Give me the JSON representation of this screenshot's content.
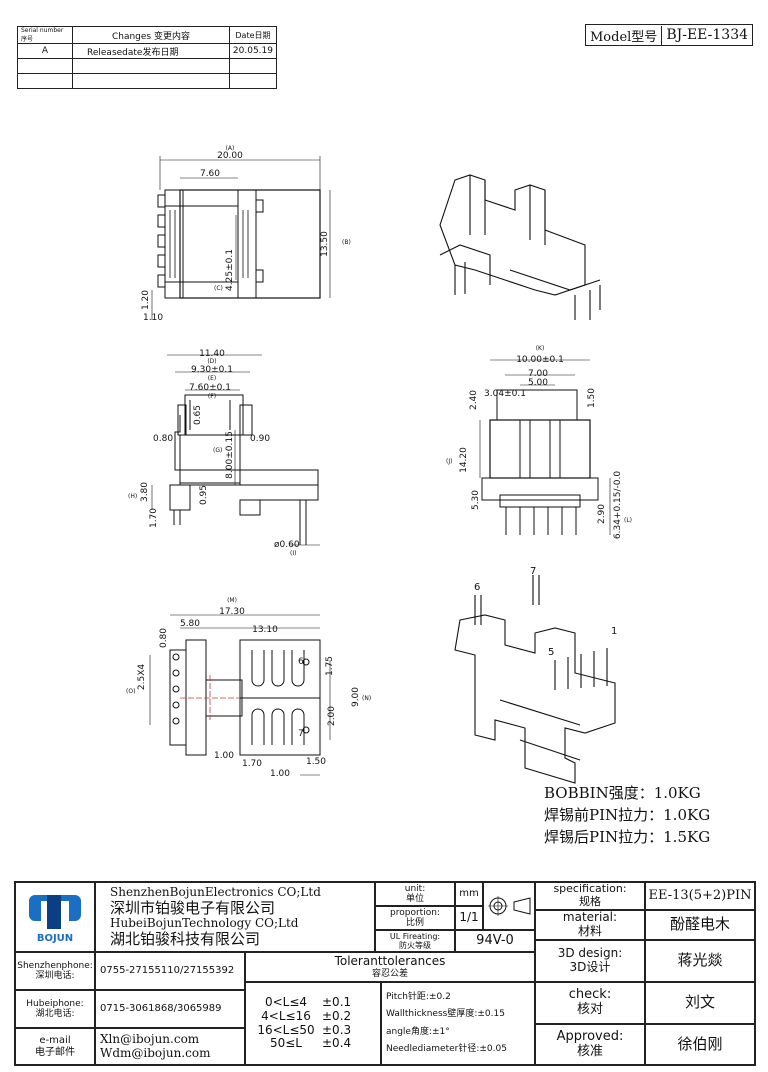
{
  "revision_table": {
    "headers": [
      "Serial number序号",
      "Changes 变更内容",
      "Date日期"
    ],
    "rows": [
      {
        "serial": "A",
        "change": "Releasedate发布日期",
        "date": "20.05.19"
      },
      {
        "serial": "",
        "change": "",
        "date": ""
      },
      {
        "serial": "",
        "change": "",
        "date": ""
      }
    ]
  },
  "model": {
    "label": "Model型号",
    "value": "BJ-EE-1334"
  },
  "dims_top": {
    "a_label": "(A)",
    "a": "20.00",
    "w": "7.60",
    "h": "13.50",
    "b_label": "(B)",
    "c": "4.25±0.1",
    "c_label": "(C)",
    "p": "1.20",
    "p2": "1.10"
  },
  "dims_side": {
    "d_label": "(D)",
    "d": "11.40",
    "e_label": "(E)",
    "e": "9.30±0.1",
    "f_label": "(F)",
    "f": "7.60±0.1",
    "g": "0.65",
    "g_label": "(G)",
    "h1": "0.80",
    "h2": "0.90",
    "i": "8.00±0.15",
    "j": "3.80",
    "j_label": "(H)",
    "k": "0.95",
    "l": "1.70",
    "m": "ø0.60",
    "m_label": "(I)"
  },
  "dims_front": {
    "k_label": "(K)",
    "k": "10.00±0.1",
    "n": "7.00",
    "o": "5.00",
    "p": "3.04±0.1",
    "q": "2.40",
    "r": "1.50",
    "s": "14.20",
    "s_label": "(J)",
    "t": "5.30",
    "u": "2.90",
    "v": "6.34+0.15/-0.0",
    "v_label": "(L)"
  },
  "dims_bottom": {
    "m_label": "(M)",
    "m": "17.30",
    "a": "5.80",
    "b": "13.10",
    "c": "0.80",
    "pin6": "6",
    "pin7": "7",
    "d": "1.75",
    "e": "9.00",
    "e_label": "(N)",
    "f": "2.5X4",
    "f_label": "(O)",
    "g": "2.00",
    "h": "1.00",
    "i": "1.70",
    "j": "1.00",
    "k": "1.50"
  },
  "iso_labels": {
    "p6": "6",
    "p7": "7",
    "p5": "5",
    "p1": "1"
  },
  "notes": [
    "BOBBIN强度：1.0KG",
    "焊锡前PIN拉力：1.0KG",
    "焊锡后PIN拉力：1.5KG"
  ],
  "title_block": {
    "company_en": "ShenzhenBojunElectronics CO;Ltd",
    "company_cn": "深圳市铂骏电子有限公司",
    "company2_en": "HubeiBojunTechnology CO;Ltd",
    "company2_cn": "湖北铂骏科技有限公司",
    "logo_text": "BOJUN",
    "unit_label": "unit:\n单位",
    "unit": "mm",
    "proportion_label": "proportion:\n比例",
    "proportion": "1/1",
    "ul_label": "UL Fireating:\n防火等级",
    "ul": "94V-0",
    "spec_label": "specification:\n规格",
    "spec": "EE-13(5+2)PIN",
    "material_label": "material:\n材料",
    "material": "酚醛电木",
    "design_label": "3D design:\n3D设计",
    "design": "蒋光燚",
    "check_label": "check:\n核对",
    "check": "刘文",
    "approved_label": "Approved:\n核准",
    "approved": "徐伯刚",
    "sz_phone_label": "Shenzhenphone:\n深圳电话:",
    "sz_phone": "0755-27155110/27155392",
    "hb_phone_label": "Hubeiphone:\n湖北电话:",
    "hb_phone": "0715-3061868/3065989",
    "email_label": "e-mail\n电子邮件",
    "email1": "Xln@ibojun.com",
    "email2": "Wdm@ibojun.com",
    "tol_title": "Toleranttolerances",
    "tol_title_cn": "容忍公差",
    "tolerances": [
      {
        "range": "0<L≤4",
        "tol": "±0.1"
      },
      {
        "range": "4<L≤16",
        "tol": "±0.2"
      },
      {
        "range": "16<L≤50",
        "tol": "±0.3"
      },
      {
        "range": "50≤L",
        "tol": "±0.4"
      }
    ],
    "pitch": "Pitch针距:±0.2",
    "wall": "Wallthickness壁厚度:±0.15",
    "angle": "angle角度:±1°",
    "needle": "Needlediameter针径:±0.05"
  },
  "colors": {
    "logo_blue": "#1a6fc4",
    "logo_dark": "#0b3e82",
    "section_red": "#e03030"
  }
}
